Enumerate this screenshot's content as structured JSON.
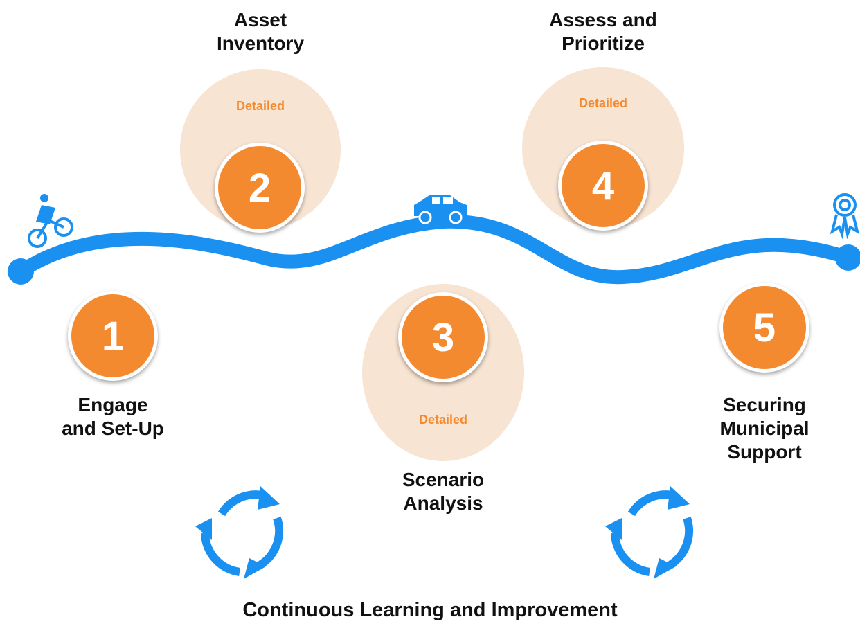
{
  "colors": {
    "road": "#1a90f0",
    "badge": "#f48a30",
    "halo": "#f7e4d3",
    "text": "#111111",
    "detail_text": "#f48a30"
  },
  "icons": [
    "cyclist-icon",
    "car-icon",
    "award-ribbon-icon",
    "cycle-arrows-icon"
  ],
  "steps": [
    {
      "number": "1",
      "title_lines": [
        "Engage",
        "and Set-Up"
      ],
      "detail": ""
    },
    {
      "number": "2",
      "title_lines": [
        "Asset",
        "Inventory"
      ],
      "detail": "Detailed"
    },
    {
      "number": "3",
      "title_lines": [
        "Scenario",
        "Analysis"
      ],
      "detail": "Detailed"
    },
    {
      "number": "4",
      "title_lines": [
        "Assess and",
        "Prioritize"
      ],
      "detail": "Detailed"
    },
    {
      "number": "5",
      "title_lines": [
        "Securing",
        "Municipal",
        "Support"
      ],
      "detail": ""
    }
  ],
  "footer": {
    "label": "Continuous Learning and Improvement"
  }
}
